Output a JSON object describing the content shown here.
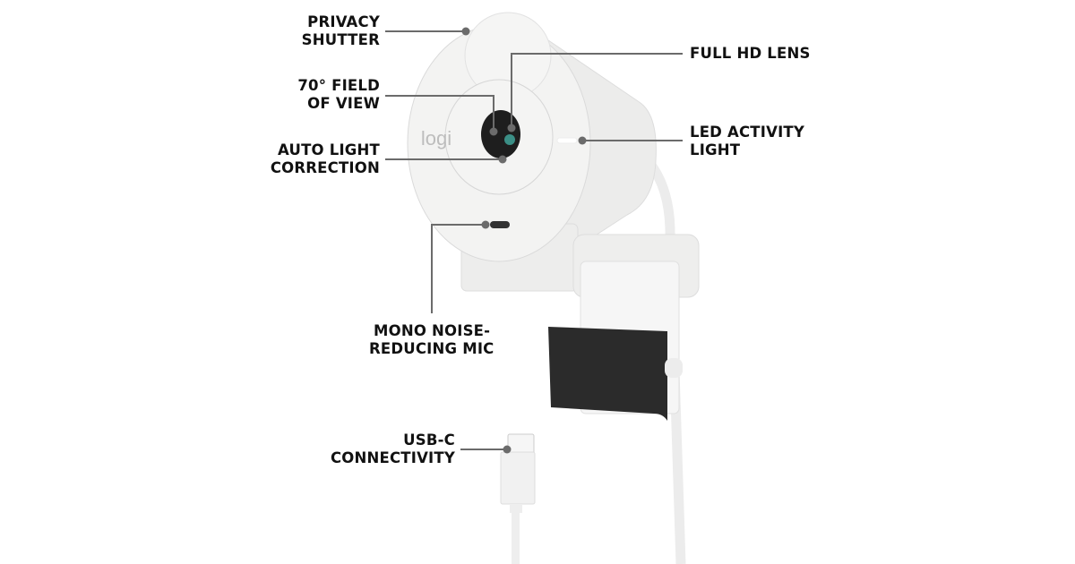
{
  "callouts": {
    "privacy_shutter": [
      "PRIVACY",
      "SHUTTER"
    ],
    "field_of_view": [
      "70° FIELD",
      "OF VIEW"
    ],
    "auto_light": [
      "AUTO LIGHT",
      "CORRECTION"
    ],
    "full_hd_lens": [
      "FULL HD LENS"
    ],
    "led_light": [
      "LED ACTIVITY",
      "LIGHT"
    ],
    "mic": [
      "MONO NOISE-",
      "REDUCING MIC"
    ],
    "usb_c": [
      "USB-C",
      "CONNECTIVITY"
    ]
  },
  "product": {
    "logo": "logi"
  },
  "colors": {
    "callout_line": "#6b6b6b",
    "body": "#f1f1f0",
    "pad": "#2b2b2b"
  }
}
